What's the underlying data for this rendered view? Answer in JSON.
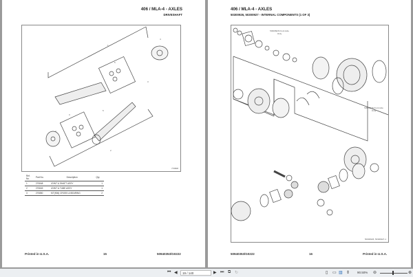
{
  "left_page": {
    "title": "406 / MLA-4 - AXLES",
    "subtitle": "DRIVESHAFT",
    "figure_id": "776808",
    "callouts": [
      "1",
      "2",
      "3",
      "3",
      "4",
      "4",
      "5",
      "5"
    ],
    "table": {
      "headers": [
        "Ref.\nNo.",
        "Part No.",
        "Description",
        "Qty."
      ],
      "rows": [
        [
          "1",
          "270848",
          "JOINT & SHAFT ASSY",
          "1"
        ],
        [
          "2",
          "270849",
          "JOINT & TUBE ASSY",
          "1"
        ],
        [
          "3",
          "270850",
          "KIT(906) CROSS & BEARING",
          "2"
        ]
      ]
    },
    "footer_left": "Printed in U.S.A.",
    "footer_page": "15",
    "footer_right": "50940353/G0222"
  },
  "right_page": {
    "title": "406 / MLA-4 - AXLES",
    "subtitle": "50300926, 50300927 - INTERNAL COMPONENTS (1 OF 3)",
    "note1": "50300926 Front Axle Only",
    "note2": "50300926 Front Axle Only",
    "figure_id": "50300926, 50300927-1",
    "footer_left": "50940353/G0222",
    "footer_page": "16",
    "footer_right": "Printed in U.S.A."
  },
  "toolbar": {
    "page_value": "19 / 140",
    "zoom": "90.50%"
  }
}
